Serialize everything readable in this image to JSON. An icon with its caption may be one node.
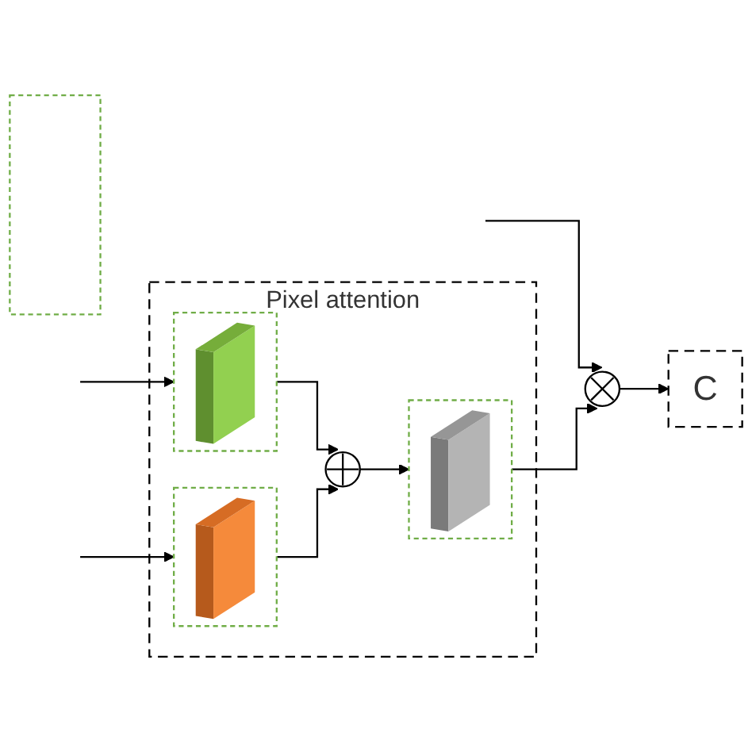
{
  "diagram": {
    "nodes": [
      {
        "text": [
          "Pixel attention"
        ]
      },
      {
        "text": [],
        "shape": "picture",
        "in": 0
      },
      {
        "text": [],
        "shape": "picture",
        "in": 0
      },
      {
        "text": [],
        "shape": "circle",
        "in": 0
      },
      {
        "text": [],
        "shape": "picture",
        "in": 0
      },
      {
        "text": [],
        "shape": "circle"
      },
      {
        "text": [
          "C"
        ]
      },
      {
        "text": [],
        "shape": "box"
      }
    ],
    "edges": [
      {
        "from": null,
        "to": 5,
        "arrow": "to"
      },
      {
        "from": null,
        "to": 1,
        "arrow": "to"
      },
      {
        "from": null,
        "to": 2,
        "arrow": "to"
      },
      {
        "from": 1,
        "to": 3,
        "arrow": "to"
      },
      {
        "from": 2,
        "to": 3,
        "arrow": "to"
      },
      {
        "from": 3,
        "to": 4,
        "arrow": "to"
      },
      {
        "from": 4,
        "to": 5,
        "arrow": "to"
      },
      {
        "from": 5,
        "to": 6,
        "arrow": "to"
      }
    ]
  }
}
